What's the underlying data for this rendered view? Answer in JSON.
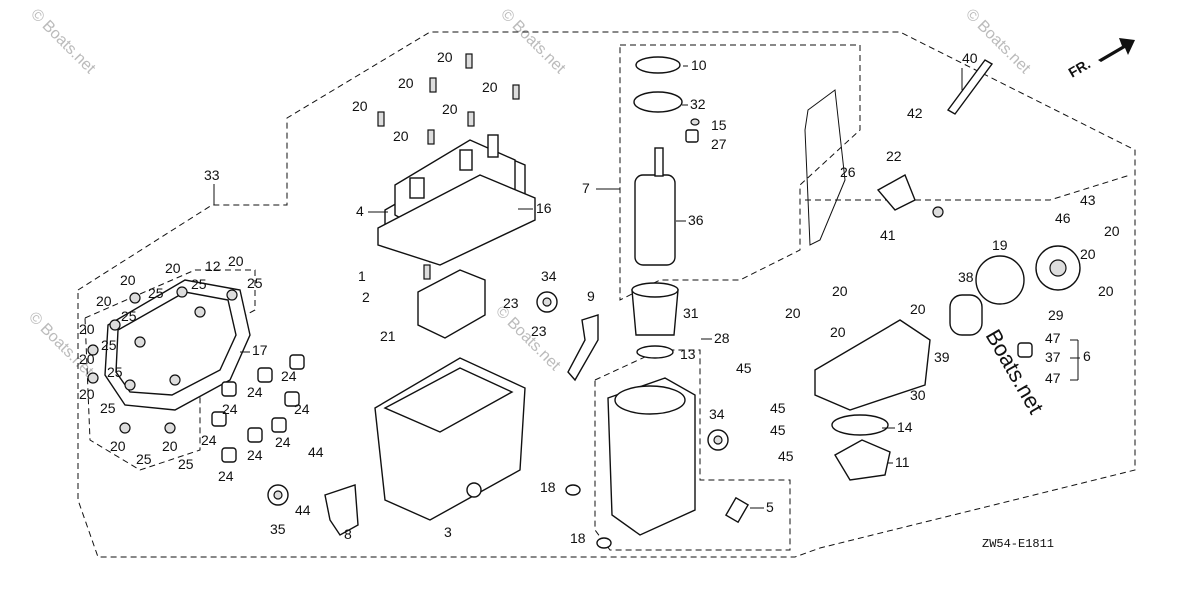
{
  "diagram": {
    "code": "ZW54-E1811",
    "direction_label": "FR.",
    "watermark": "© Boats.net",
    "boats_net_overlay": "Boats.net",
    "labels": {
      "l33": "33",
      "l4": "4",
      "l16": "16",
      "l20": "20",
      "l1": "1",
      "l2": "2",
      "l21": "21",
      "l12": "12",
      "l25": "25",
      "l17": "17",
      "l24": "24",
      "l44": "44",
      "l35": "35",
      "l8": "8",
      "l3": "3",
      "l34": "34",
      "l23": "23",
      "l9": "9",
      "l10": "10",
      "l32": "32",
      "l15": "15",
      "l27": "27",
      "l7": "7",
      "l36": "36",
      "l31": "31",
      "l28": "28",
      "l13": "13",
      "l45": "45",
      "l18": "18",
      "l5": "5",
      "l40": "40",
      "l42": "42",
      "l22": "22",
      "l26": "26",
      "l41": "41",
      "l43": "43",
      "l46": "46",
      "l19": "19",
      "l38": "38",
      "l29": "29",
      "l39": "39",
      "l47": "47",
      "l37": "37",
      "l6": "6",
      "l30": "30",
      "l14": "14",
      "l11": "11"
    }
  }
}
